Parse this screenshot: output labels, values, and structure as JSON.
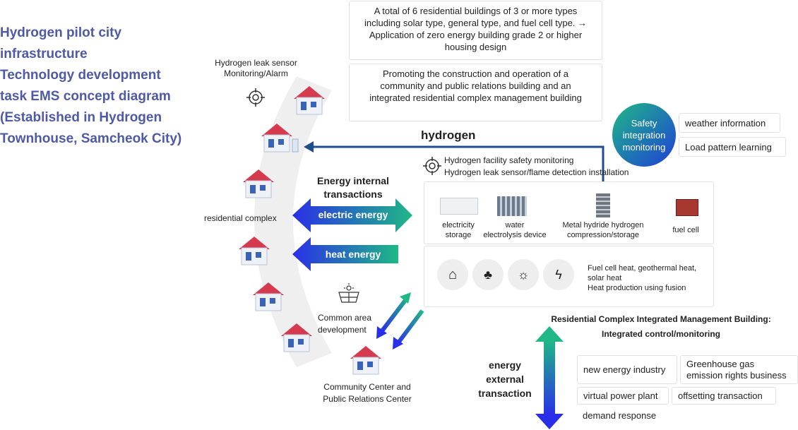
{
  "title_lines": [
    "Hydrogen pilot city",
    "infrastructure",
    "Technology development",
    "task EMS concept diagram",
    "(Established in Hydrogen",
    "Townhouse, Samcheok City)"
  ],
  "top_box_1": "A total of 6 residential buildings of 3 or more types including solar type, general type, and fuel cell type. → Application of zero energy building grade 2 or higher housing design",
  "top_box_2": "Promoting the construction and operation of a community and public relations building and an integrated residential complex management building",
  "leak_sensor": {
    "line1": "Hydrogen leak sensor",
    "line2": "Monitoring/Alarm"
  },
  "residential_complex": "residential complex",
  "hydrogen_label": "hydrogen",
  "safety_circle": {
    "line1": "Safety",
    "line2": "integration",
    "line3": "monitoring"
  },
  "safety_tags": [
    "weather information",
    "Load pattern learning"
  ],
  "facility_monitor": {
    "line1": "Hydrogen facility safety monitoring",
    "line2": "Hydrogen leak sensor/flame detection installation"
  },
  "internal_transactions": {
    "line1": "Energy internal",
    "line2": "transactions"
  },
  "electric_energy": "electric energy",
  "heat_energy": "heat energy",
  "equipment": {
    "storage": {
      "line1": "electricity",
      "line2": "storage"
    },
    "electrolysis": {
      "line1": "water",
      "line2": "electrolysis device"
    },
    "hydride": {
      "line1": "Metal hydride hydrogen",
      "line2": "compression/storage"
    },
    "fuel_cell": "fuel cell"
  },
  "heat_sources": {
    "line1": "Fuel cell heat, geothermal heat, solar heat",
    "line2": "Heat production using fusion"
  },
  "common_area": {
    "line1": "Common area",
    "line2": "development"
  },
  "community_center": {
    "line1": "Community Center and",
    "line2": "Public Relations Center"
  },
  "management_building": {
    "line1": "Residential Complex Integrated Management Building:",
    "line2": "Integrated control/monitoring"
  },
  "external_transaction": {
    "line1": "energy",
    "line2": "external",
    "line3": "transaction"
  },
  "external_tags": [
    "new energy industry",
    "Greenhouse gas emission rights business",
    "virtual power plant",
    "offsetting transaction"
  ],
  "demand_response": "demand response",
  "colors": {
    "title": "#4e5aa6",
    "navy": "#1f4e8c",
    "green": "#1fb886",
    "blue": "#2a2ee8",
    "red_roof": "#d63a4e"
  }
}
